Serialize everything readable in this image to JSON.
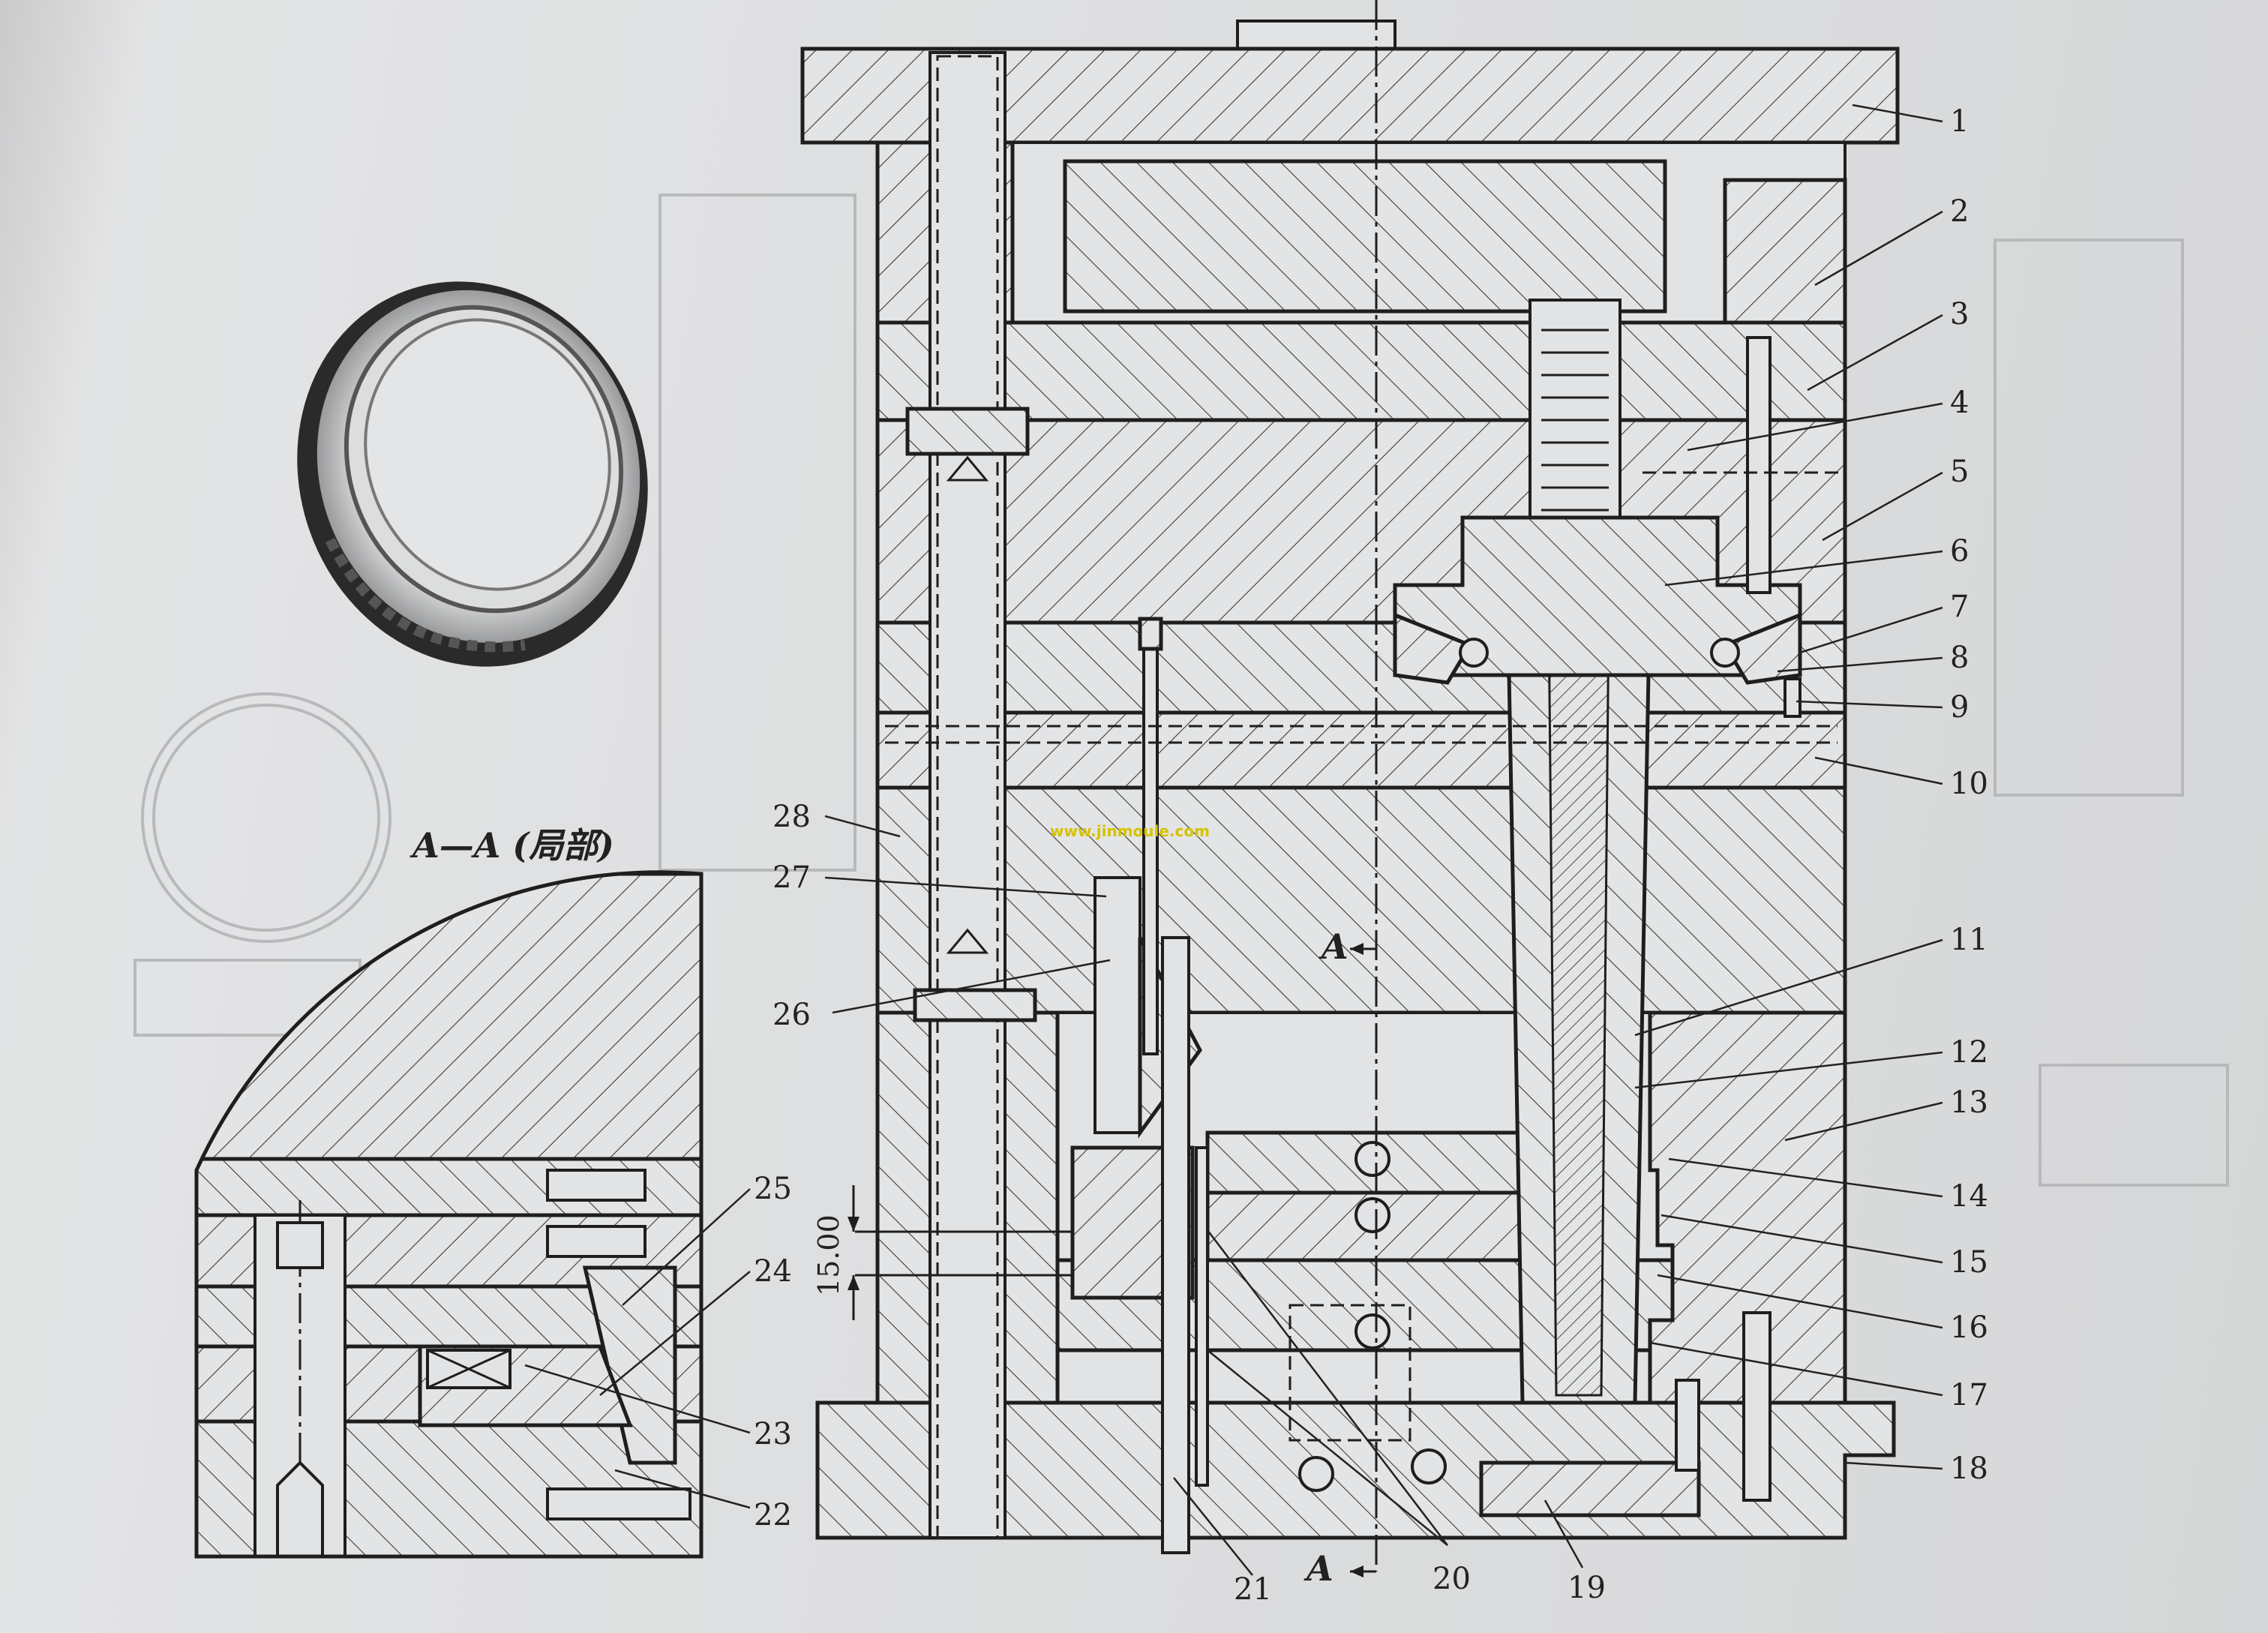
{
  "section_title": "A—A (局部)",
  "section_marker_top": "A",
  "section_marker_bottom": "A",
  "dimension": "15.00",
  "watermark": "www.jinmoule.com",
  "callouts": [
    "1",
    "2",
    "3",
    "4",
    "5",
    "6",
    "7",
    "8",
    "9",
    "10",
    "11",
    "12",
    "13",
    "14",
    "15",
    "16",
    "17",
    "18",
    "19",
    "20",
    "21",
    "22",
    "23",
    "24",
    "25",
    "26",
    "27",
    "28"
  ]
}
